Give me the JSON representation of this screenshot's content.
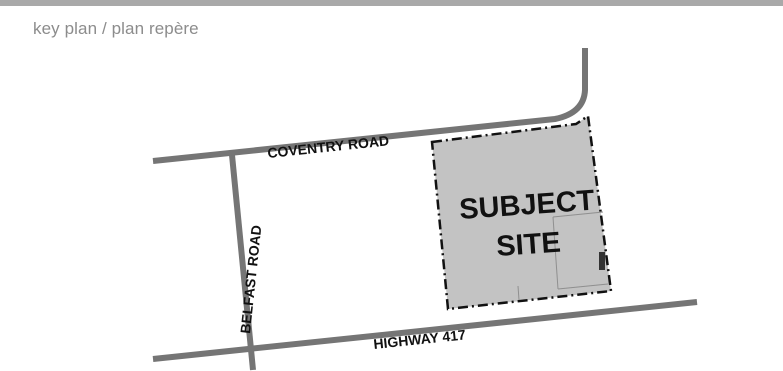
{
  "heading": "key plan / plan repère",
  "roads": {
    "coventry": "COVENTRY ROAD",
    "belfast": "BELFAST ROAD",
    "highway": "HIGHWAY 417"
  },
  "site": {
    "line1": "SUBJECT",
    "line2": "SITE"
  },
  "colors": {
    "rule": "#a9a9a9",
    "heading": "#8c8c8c",
    "road": "#757575",
    "site_fill": "#c3c3c3",
    "label": "#111111"
  }
}
